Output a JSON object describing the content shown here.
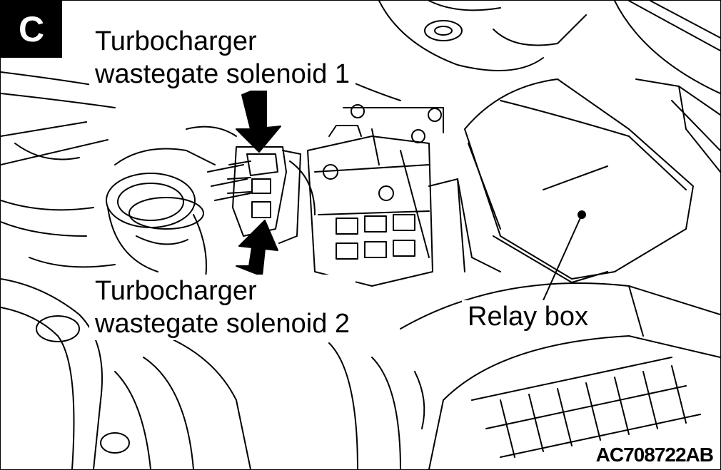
{
  "figure": {
    "badge": "C",
    "callouts": {
      "solenoid_1": {
        "line1": "Turbocharger",
        "line2": "wastegate solenoid 1"
      },
      "solenoid_2": {
        "line1": "Turbocharger",
        "line2": "wastegate solenoid 2"
      },
      "relay_box": "Relay box"
    },
    "figure_code": "AC708722AB"
  },
  "colors": {
    "ink": "#000000",
    "paper": "#ffffff"
  }
}
